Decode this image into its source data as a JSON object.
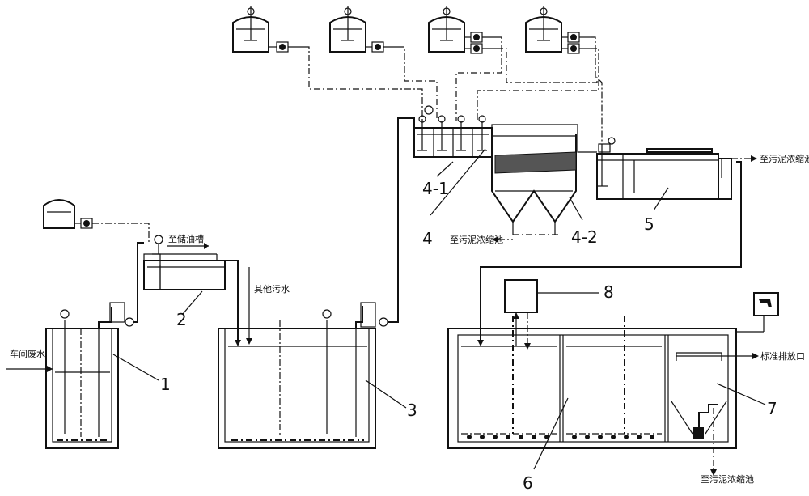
{
  "labels": {
    "n1": "1",
    "n2": "2",
    "n3": "3",
    "n4": "4",
    "n4_1": "4-1",
    "n4_2": "4-2",
    "n5": "5",
    "n6": "6",
    "n7": "7",
    "n8": "8"
  },
  "texts": {
    "workshop_water": "车间废水",
    "to_oil_tank": "至储油槽",
    "other_sewage": "其他污水",
    "to_sludge_thickener_1": "至污泥浓缩池",
    "to_sludge_thickener_2": "至污泥浓缩池",
    "to_sludge_thickener_3": "至污泥浓缩池",
    "standard_outlet": "标准排放口"
  }
}
